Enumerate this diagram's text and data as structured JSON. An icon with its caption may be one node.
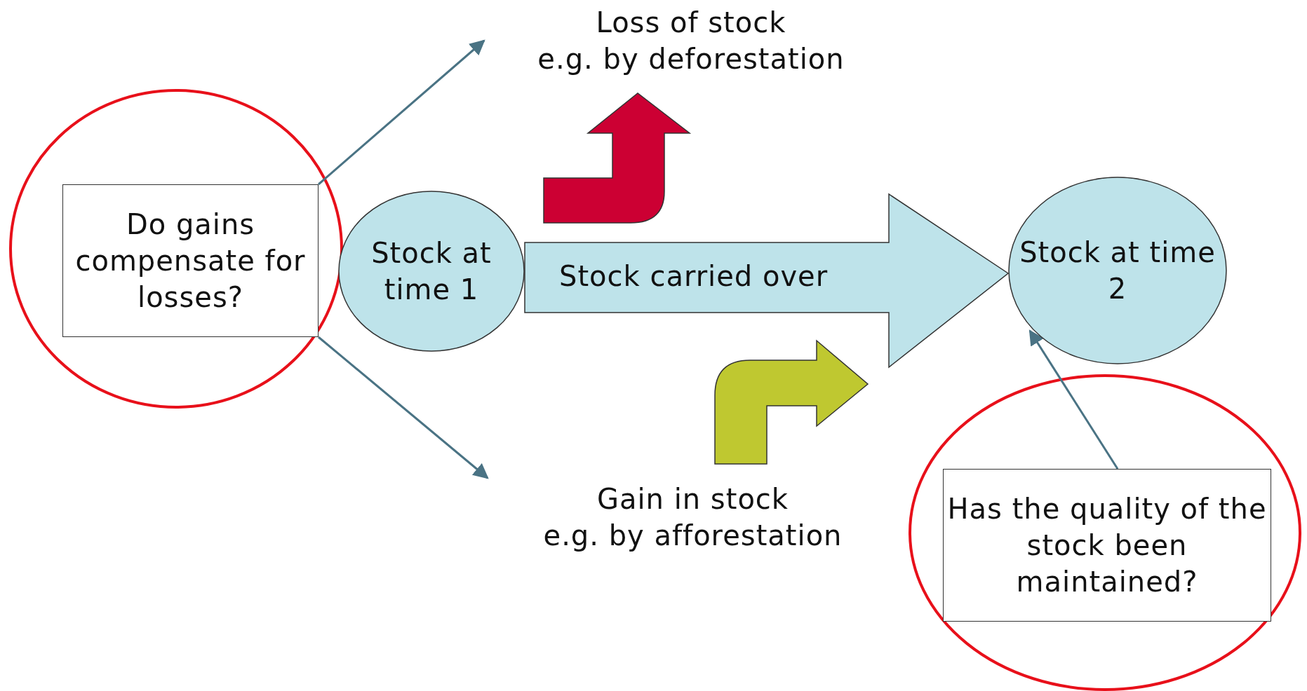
{
  "diagram": {
    "nodes": [
      {
        "text": [
          "Do gains compensate for losses?"
        ]
      },
      {
        "text": [
          "Stock at time 1"
        ]
      },
      {
        "text": [
          "Stock at time 2"
        ]
      },
      {
        "text": [
          "Loss of stock",
          "e.g. by deforestation"
        ]
      },
      {
        "text": [
          "Gain in stock",
          "e.g. by afforestation"
        ]
      },
      {
        "text": [
          "Has the quality of the stock been maintained?"
        ]
      }
    ],
    "edges": [
      {
        "from": 0,
        "to": 3,
        "arrow": "to"
      },
      {
        "from": 0,
        "to": 4,
        "arrow": "to"
      },
      {
        "from": 1,
        "to": 2,
        "arrow": "to",
        "label": "Stock carried over",
        "style": "thick",
        "color": "#bee3ea"
      },
      {
        "from": null,
        "to": 3,
        "arrow": "to",
        "style": "thick",
        "color": "#cc0033"
      },
      {
        "from": 4,
        "to": null,
        "arrow": "to",
        "style": "thick",
        "color": "#bfc830"
      },
      {
        "from": 5,
        "to": 2,
        "arrow": "to"
      }
    ]
  }
}
